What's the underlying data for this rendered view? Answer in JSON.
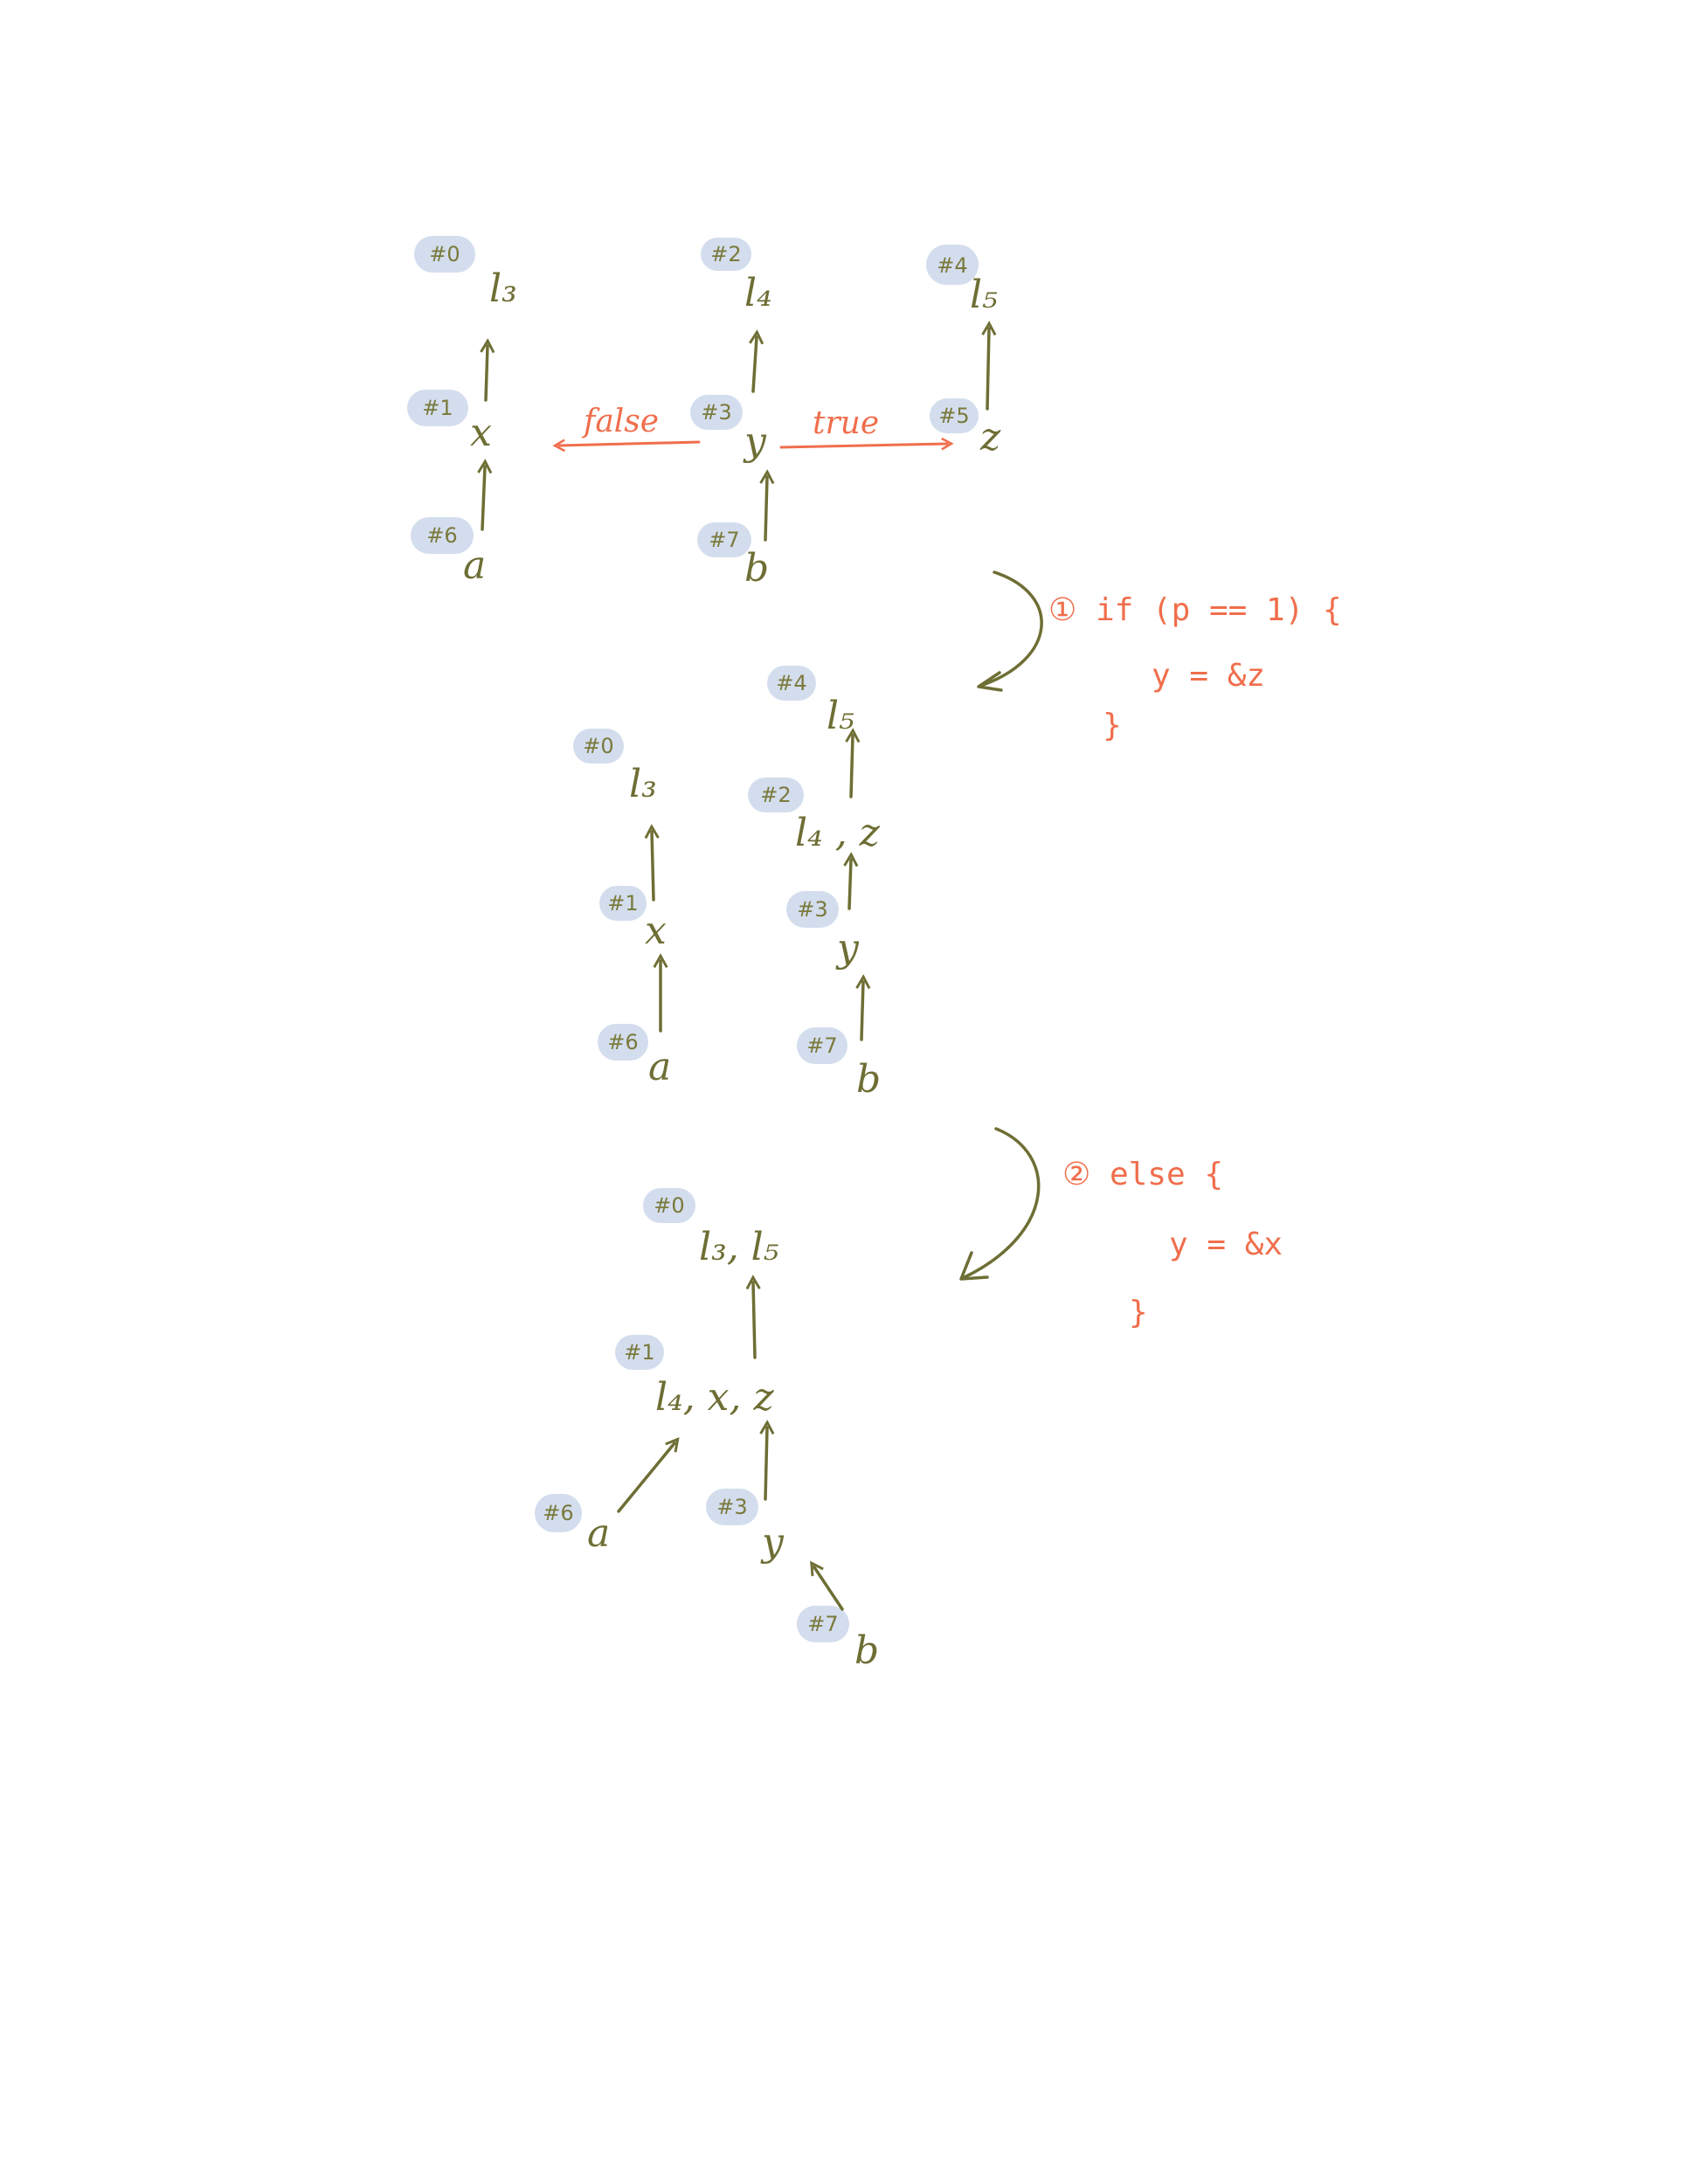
{
  "diagram": {
    "stage1": {
      "badges": [
        "#0",
        "#1",
        "#6",
        "#2",
        "#3",
        "#7",
        "#4",
        "#5"
      ],
      "nodes": {
        "l3": "l₃",
        "x": "x",
        "a": "a",
        "l4": "l₄",
        "y": "y",
        "b": "b",
        "l5": "l₅",
        "z": "z"
      },
      "edge_labels": {
        "false": "false",
        "true": "true"
      }
    },
    "transform1": {
      "lines": [
        "① if (p == 1) {",
        "y = &z",
        "}"
      ]
    },
    "stage2": {
      "badges": [
        "#0",
        "#1",
        "#6",
        "#4",
        "#2",
        "#3",
        "#7"
      ],
      "nodes": {
        "l3": "l₃",
        "x": "x",
        "a": "a",
        "l5": "l₅",
        "l4z": "l₄ , z",
        "y": "y",
        "b": "b"
      }
    },
    "transform2": {
      "lines": [
        "② else {",
        "y = &x",
        "}"
      ]
    },
    "stage3": {
      "badges": [
        "#0",
        "#1",
        "#6",
        "#3",
        "#7"
      ],
      "nodes": {
        "l3l5": "l₃, l₅",
        "l4xz": "l₄, x, z",
        "a": "a",
        "y": "y",
        "b": "b"
      }
    }
  }
}
